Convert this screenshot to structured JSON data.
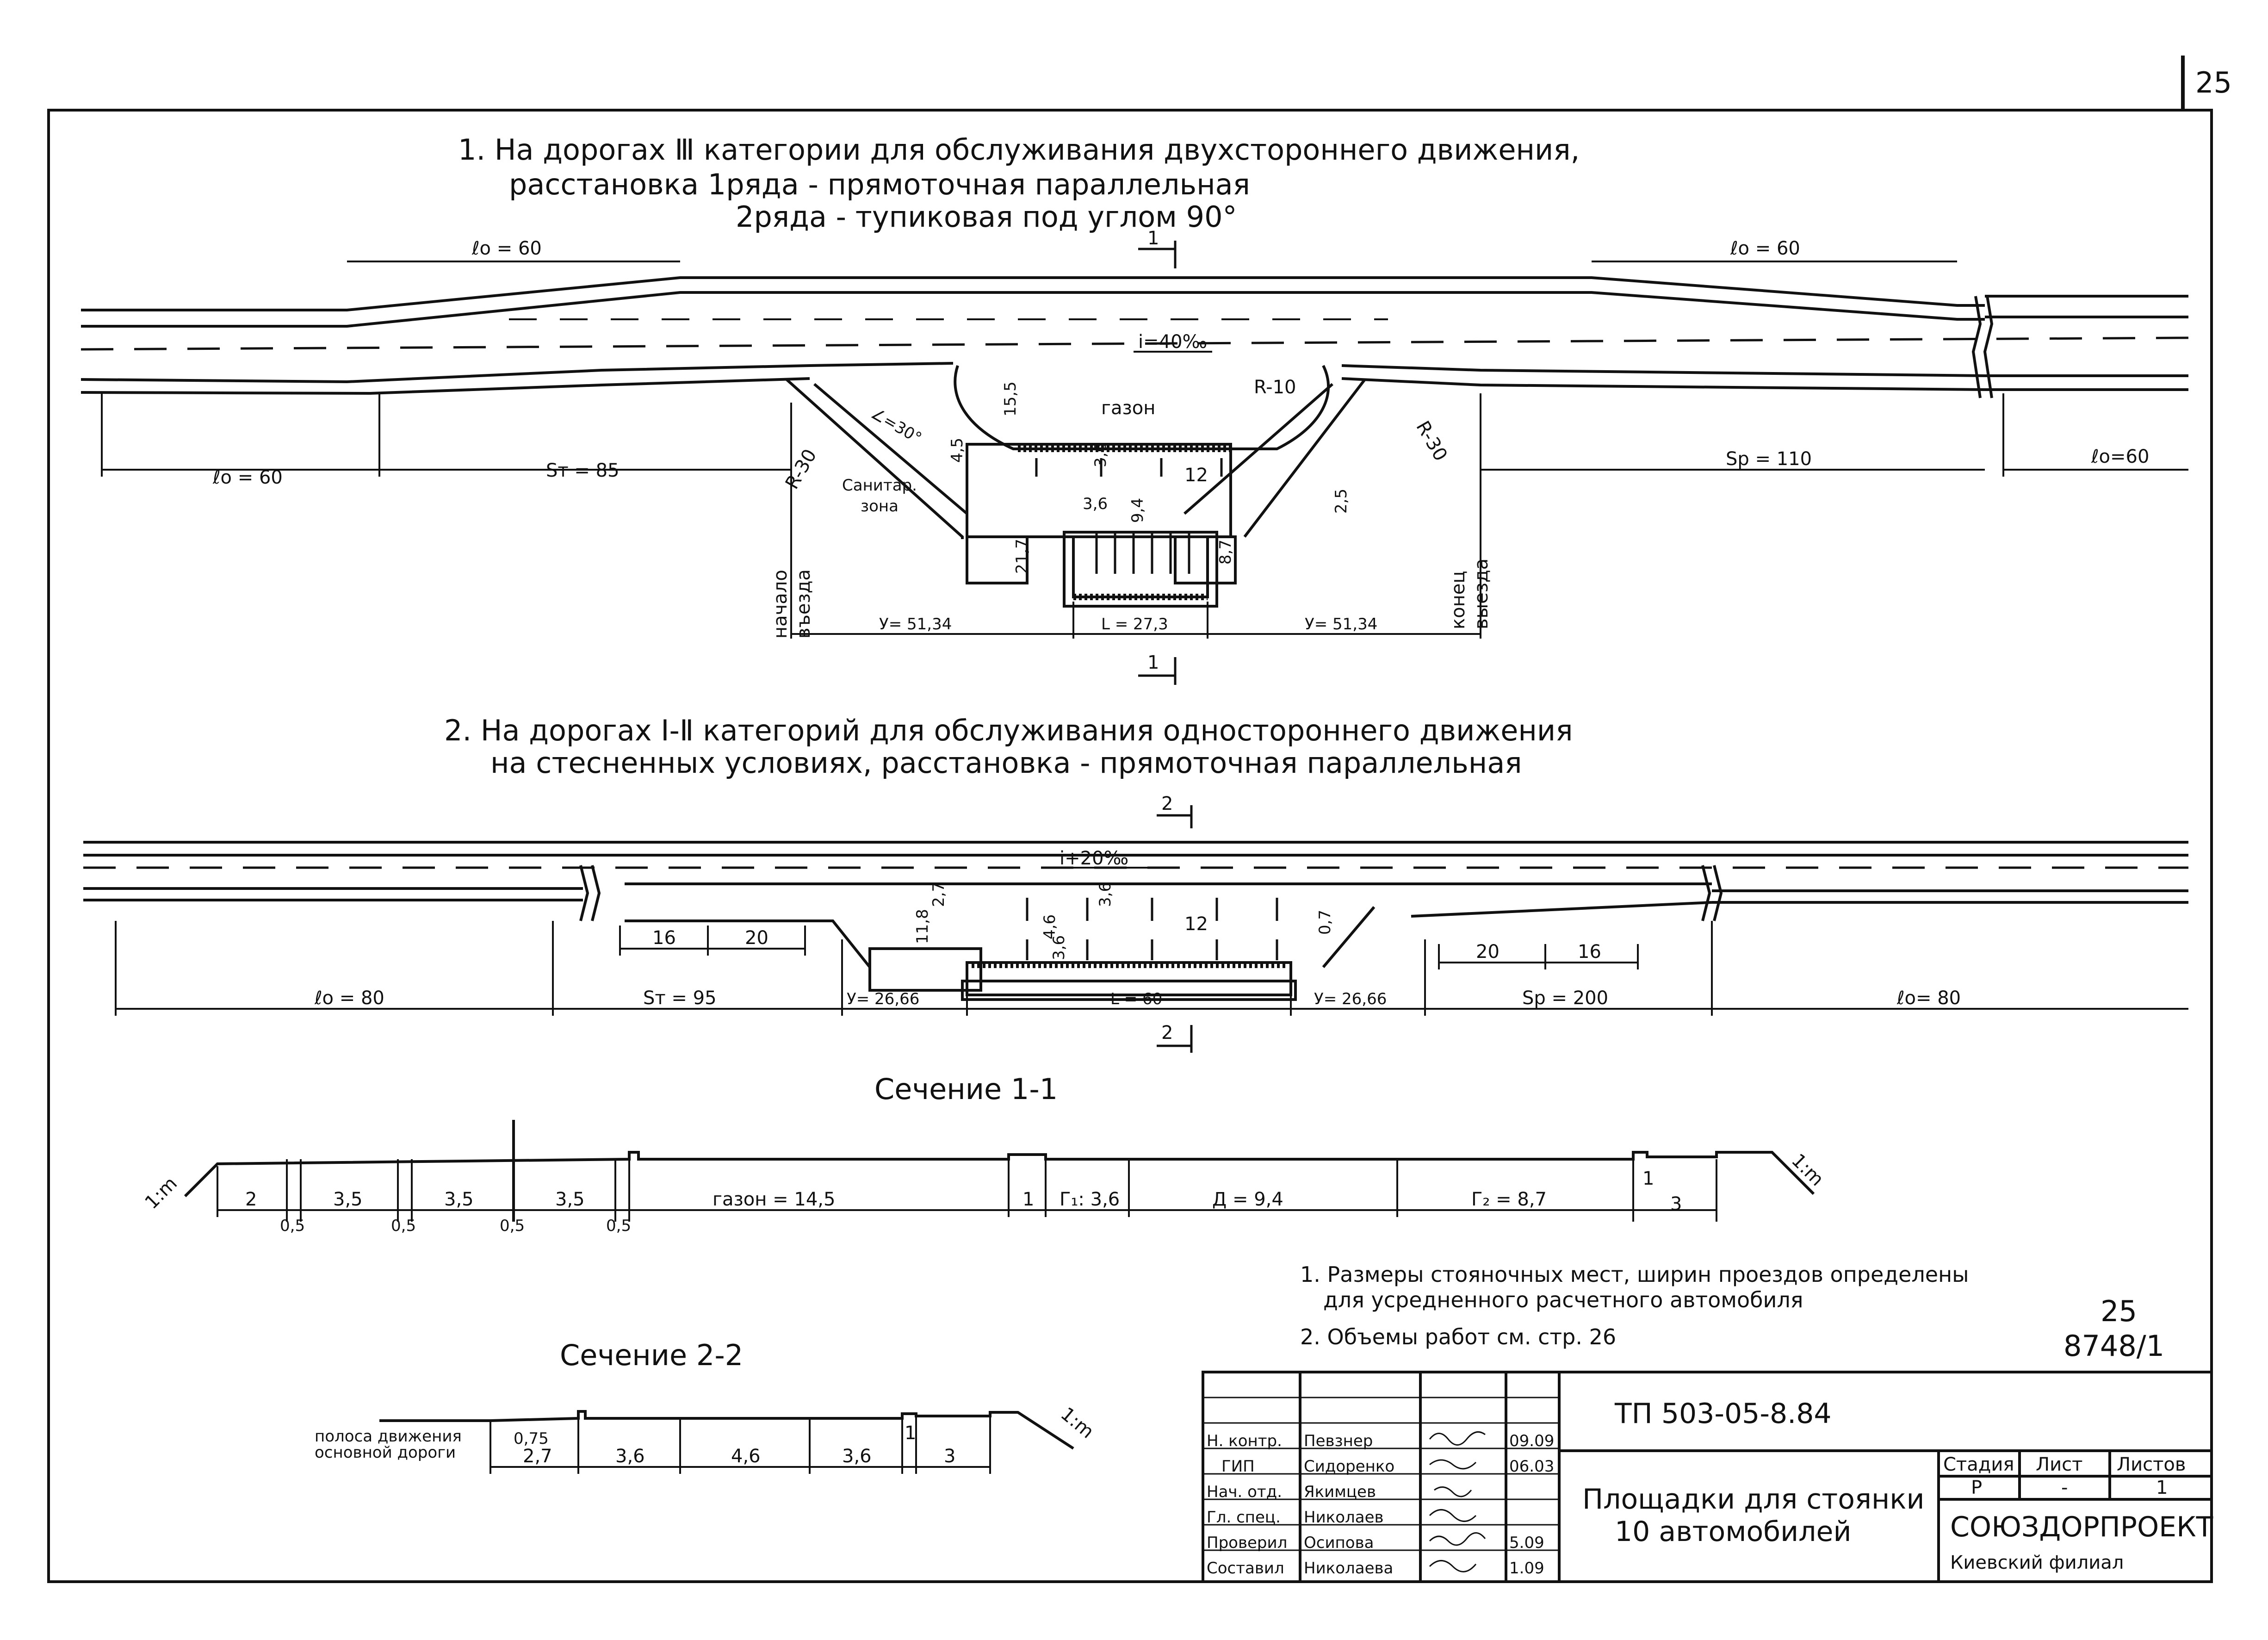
{
  "page_number": "25",
  "section1": {
    "title_line1": "1.  На дорогах  Ⅲ категории  для обслуживания  двухстороннего  движения,",
    "title_line2": "расстановка   1ряда  - прямоточная  параллельная",
    "title_line3": "2ряда  - тупиковая  под углом 90°",
    "cut_label": "1",
    "l0_left": "ℓо = 60",
    "l0_right": "ℓо = 60",
    "l0_bottom_left": "ℓо = 60",
    "l0_bottom_right": "ℓо=60",
    "st": "Sт = 85",
    "sp": "Sр = 110",
    "slope": "i=40‰",
    "lawn": "газон",
    "r10": "R-10",
    "r30_left": "R-30",
    "r30_right": "R-30",
    "angle": "∠=30°",
    "d155": "15,5",
    "d45": "4,5",
    "d36a": "3,6",
    "d12": "12",
    "d36b": "3,6",
    "d94": "9,4",
    "d25": "2,5",
    "d21": "21,7",
    "d87": "8,7",
    "sanitary_1": "Санитар.",
    "sanitary_2": "зона",
    "entry_start_1": "начало",
    "entry_start_2": "въезда",
    "exit_end_1": "конец",
    "exit_end_2": "выезда",
    "y_left": "У= 51,34",
    "l_mid": "L = 27,3",
    "y_right": "У= 51,34"
  },
  "section2": {
    "title_line1": "2.  На дорогах  Ⅰ-Ⅱ категорий  для обслуживания  одностороннего  движения",
    "title_line2": "на  стесненных  условиях,  расстановка - прямоточная  параллельная",
    "cut_label": "2",
    "slope": "i+20‰",
    "d16_left": "16",
    "d20_left": "20",
    "d20_right": "20",
    "d16_right": "16",
    "d118": "11,8",
    "d27": "2,7",
    "d36": "3,6",
    "d46": "4,6",
    "d36b": "3,6",
    "d12": "12",
    "d07": "0,7",
    "l0_left": "ℓо = 80",
    "st": "Sт = 95",
    "y_left": "У= 26,66",
    "l_mid": "L = 60",
    "y_right": "У= 26,66",
    "sp": "Sр = 200",
    "l0_right": "ℓо= 80"
  },
  "cross_section_1": {
    "title": "Сечение  1-1",
    "slope_left": "1:m",
    "slope_right": "1:m",
    "dims": [
      "2",
      "3,5",
      "3,5",
      "3,5",
      "газон  =  14,5",
      "1",
      "Г₁: 3,6",
      "Д = 9,4",
      "Г₂ = 8,7",
      "1",
      "3"
    ],
    "sub_dims": [
      "0,5",
      "0,5",
      "0,5",
      "0,5"
    ]
  },
  "cross_section_2": {
    "title": "Сечение  2-2",
    "lane_label_1": "полоса  движения",
    "lane_label_2": "основной  дороги",
    "slope": "1:m",
    "dims": [
      "0,75",
      "2,7",
      "3,6",
      "4,6",
      "3,6",
      "1",
      "3"
    ]
  },
  "notes": {
    "n1_line1": "1. Размеры  стояночных  мест,  ширин  проездов  определены",
    "n1_line2": "для  усредненного  расчетного  автомобиля",
    "n2": "2. Объемы  работ  см.  стр. 26",
    "sheet_ref": "25",
    "archive_no": "8748/1"
  },
  "title_block": {
    "code": "ТП 503-05-8.84",
    "project_1": "Площадки для  стоянки",
    "project_2": "10 автомобилей",
    "stage_header": "Стадия",
    "sheet_header": "Лист",
    "sheets_header": "Листов",
    "stage": "Р",
    "sheet": "-",
    "sheets": "1",
    "org_1": "СОЮЗДОРПРОЕКТ",
    "org_2": "Киевский  филиал",
    "rows": [
      {
        "role": "Н. контр.",
        "name": "Певзнер",
        "date": "09.09"
      },
      {
        "role": "ГИП",
        "name": "Сидоренко",
        "date": "06.03"
      },
      {
        "role": "Нач. отд.",
        "name": "Якимцев",
        "date": ""
      },
      {
        "role": "Гл. спец.",
        "name": "Николаев",
        "date": ""
      },
      {
        "role": "Проверил",
        "name": "Осипова",
        "date": "5.09"
      },
      {
        "role": "Составил",
        "name": "Николаева",
        "date": "1.09"
      }
    ]
  }
}
